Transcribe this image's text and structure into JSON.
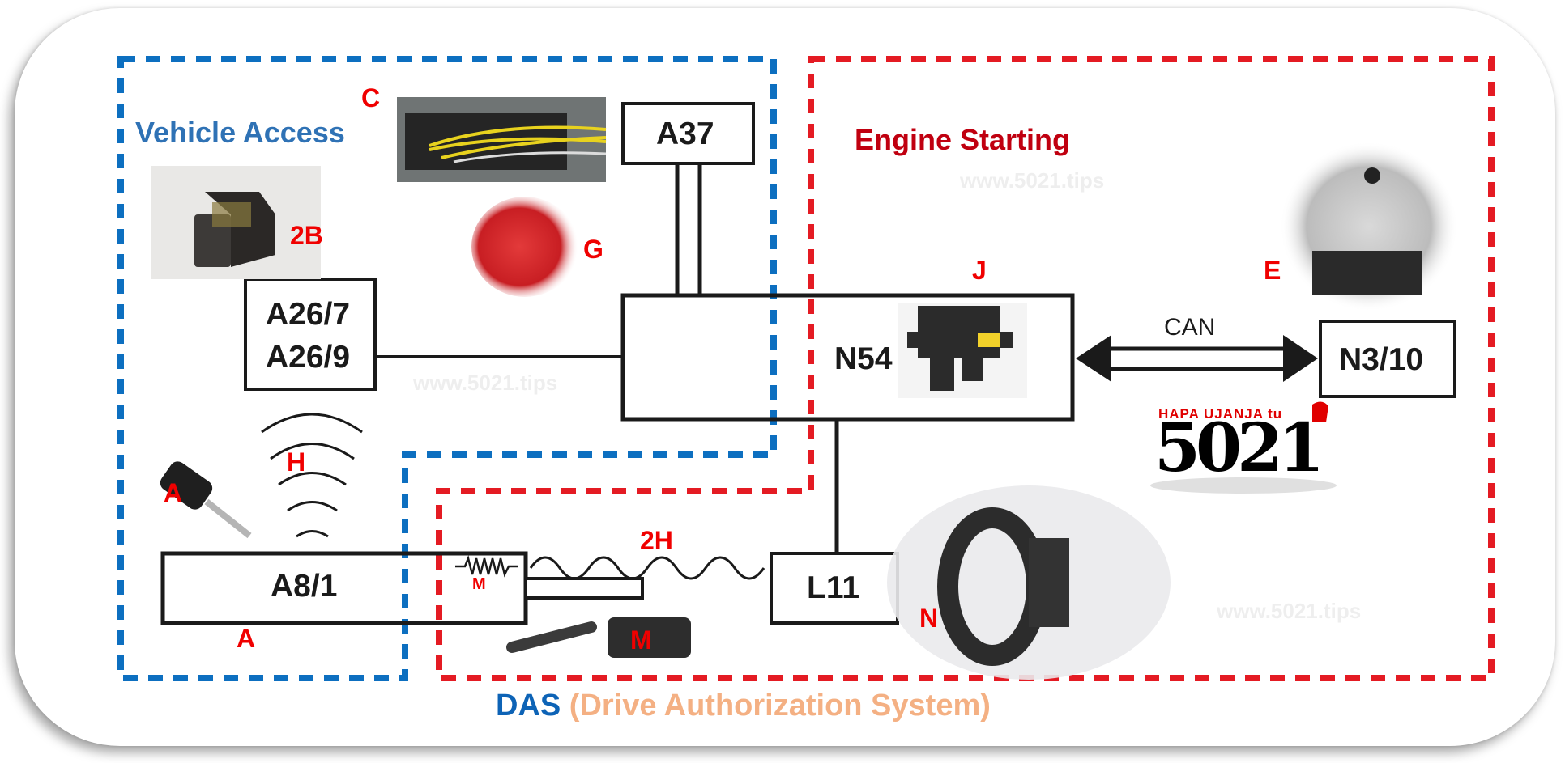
{
  "diagram": {
    "title": "DAS (Drive Authorization System)",
    "title_part1": "DAS",
    "title_part2": "(Drive Authorization System)",
    "zones": {
      "vehicle_access": "Vehicle Access",
      "engine_starting": "Engine Starting"
    },
    "components": {
      "a37": "A37",
      "a26_7": "A26/7",
      "a26_9": "A26/9",
      "n54": "N54",
      "n3_10": "N3/10",
      "a8_1": "A8/1",
      "l11": "L11"
    },
    "connection_labels": {
      "can": "CAN"
    },
    "photo_tags": {
      "c": "C",
      "two_b": "2B",
      "g": "G",
      "j": "J",
      "e": "E",
      "h": "H",
      "a_key": "A",
      "a_bottom": "A",
      "m_small": "M",
      "m_chip": "M",
      "two_h": "2H",
      "n": "N"
    },
    "watermark": "www.5021.tips",
    "logo": {
      "tagline": "HAPA UJANJA tu",
      "number": "5021"
    },
    "colors": {
      "vehicle_access_border": "#0d6fc0",
      "engine_starting_border": "#e41b23",
      "das_blue": "#0d63b6",
      "das_orange": "#f4b083",
      "tag_red": "#f00000"
    }
  }
}
